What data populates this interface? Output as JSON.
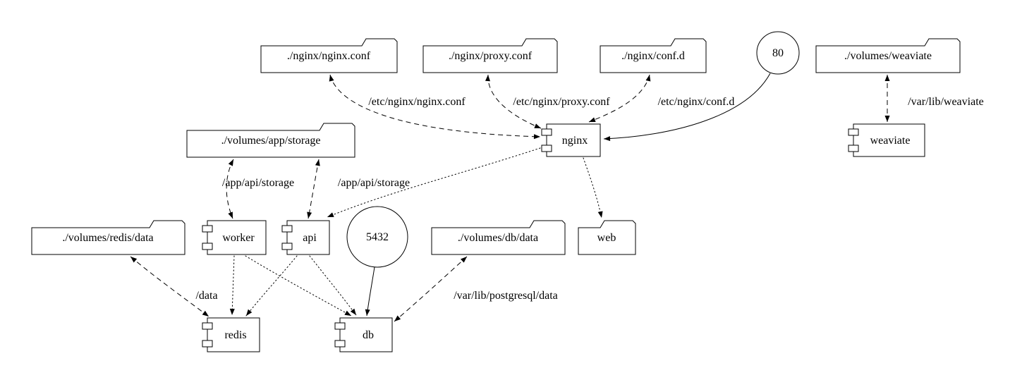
{
  "diagram": {
    "type": "docker-compose-architecture-graph",
    "colors": {
      "background": "#ffffff",
      "node_fill": "#ffffff",
      "stroke": "#000000",
      "text": "#000000"
    },
    "nodes": {
      "nginx_conf_volume": {
        "label": "./nginx/nginx.conf",
        "shape": "folder"
      },
      "proxy_conf_volume": {
        "label": "./nginx/proxy.conf",
        "shape": "folder"
      },
      "conf_d_volume": {
        "label": "./nginx/conf.d",
        "shape": "folder"
      },
      "port_80": {
        "label": "80",
        "shape": "circle"
      },
      "weaviate_volume": {
        "label": "./volumes/weaviate",
        "shape": "folder"
      },
      "app_storage_volume": {
        "label": "./volumes/app/storage",
        "shape": "folder"
      },
      "nginx_service": {
        "label": "nginx",
        "shape": "component"
      },
      "weaviate_service": {
        "label": "weaviate",
        "shape": "component"
      },
      "redis_data_volume": {
        "label": "./volumes/redis/data",
        "shape": "folder"
      },
      "worker_service": {
        "label": "worker",
        "shape": "component"
      },
      "api_service": {
        "label": "api",
        "shape": "component"
      },
      "port_5432": {
        "label": "5432",
        "shape": "circle"
      },
      "db_data_volume": {
        "label": "./volumes/db/data",
        "shape": "folder"
      },
      "web_volume": {
        "label": "web",
        "shape": "folder"
      },
      "redis_service": {
        "label": "redis",
        "shape": "component"
      },
      "db_service": {
        "label": "db",
        "shape": "component"
      }
    },
    "edges": [
      {
        "from": "./nginx/nginx.conf",
        "to": "nginx",
        "style": "dashed",
        "bidirectional": true,
        "label": "/etc/nginx/nginx.conf"
      },
      {
        "from": "./nginx/proxy.conf",
        "to": "nginx",
        "style": "dashed",
        "bidirectional": true,
        "label": "/etc/nginx/proxy.conf"
      },
      {
        "from": "./nginx/conf.d",
        "to": "nginx",
        "style": "dashed",
        "bidirectional": true,
        "label": "/etc/nginx/conf.d"
      },
      {
        "from": "80",
        "to": "nginx",
        "style": "solid",
        "bidirectional": false,
        "label": ""
      },
      {
        "from": "./volumes/weaviate",
        "to": "weaviate",
        "style": "dashed",
        "bidirectional": true,
        "label": "/var/lib/weaviate"
      },
      {
        "from": "./volumes/app/storage",
        "to": "worker",
        "style": "dashed",
        "bidirectional": true,
        "label": "/app/api/storage"
      },
      {
        "from": "./volumes/app/storage",
        "to": "api",
        "style": "dashed",
        "bidirectional": true,
        "label": "/app/api/storage"
      },
      {
        "from": "./volumes/redis/data",
        "to": "redis",
        "style": "dashed",
        "bidirectional": true,
        "label": "/data"
      },
      {
        "from": "./volumes/db/data",
        "to": "db",
        "style": "dashed",
        "bidirectional": true,
        "label": "/var/lib/postgresql/data"
      },
      {
        "from": "5432",
        "to": "db",
        "style": "solid",
        "bidirectional": false,
        "label": ""
      },
      {
        "from": "nginx",
        "to": "api",
        "style": "dotted",
        "bidirectional": false,
        "label": ""
      },
      {
        "from": "nginx",
        "to": "web",
        "style": "dotted",
        "bidirectional": false,
        "label": ""
      },
      {
        "from": "worker",
        "to": "redis",
        "style": "dotted",
        "bidirectional": false,
        "label": ""
      },
      {
        "from": "worker",
        "to": "db",
        "style": "dotted",
        "bidirectional": false,
        "label": ""
      },
      {
        "from": "api",
        "to": "redis",
        "style": "dotted",
        "bidirectional": false,
        "label": ""
      },
      {
        "from": "api",
        "to": "db",
        "style": "dotted",
        "bidirectional": false,
        "label": ""
      }
    ]
  }
}
